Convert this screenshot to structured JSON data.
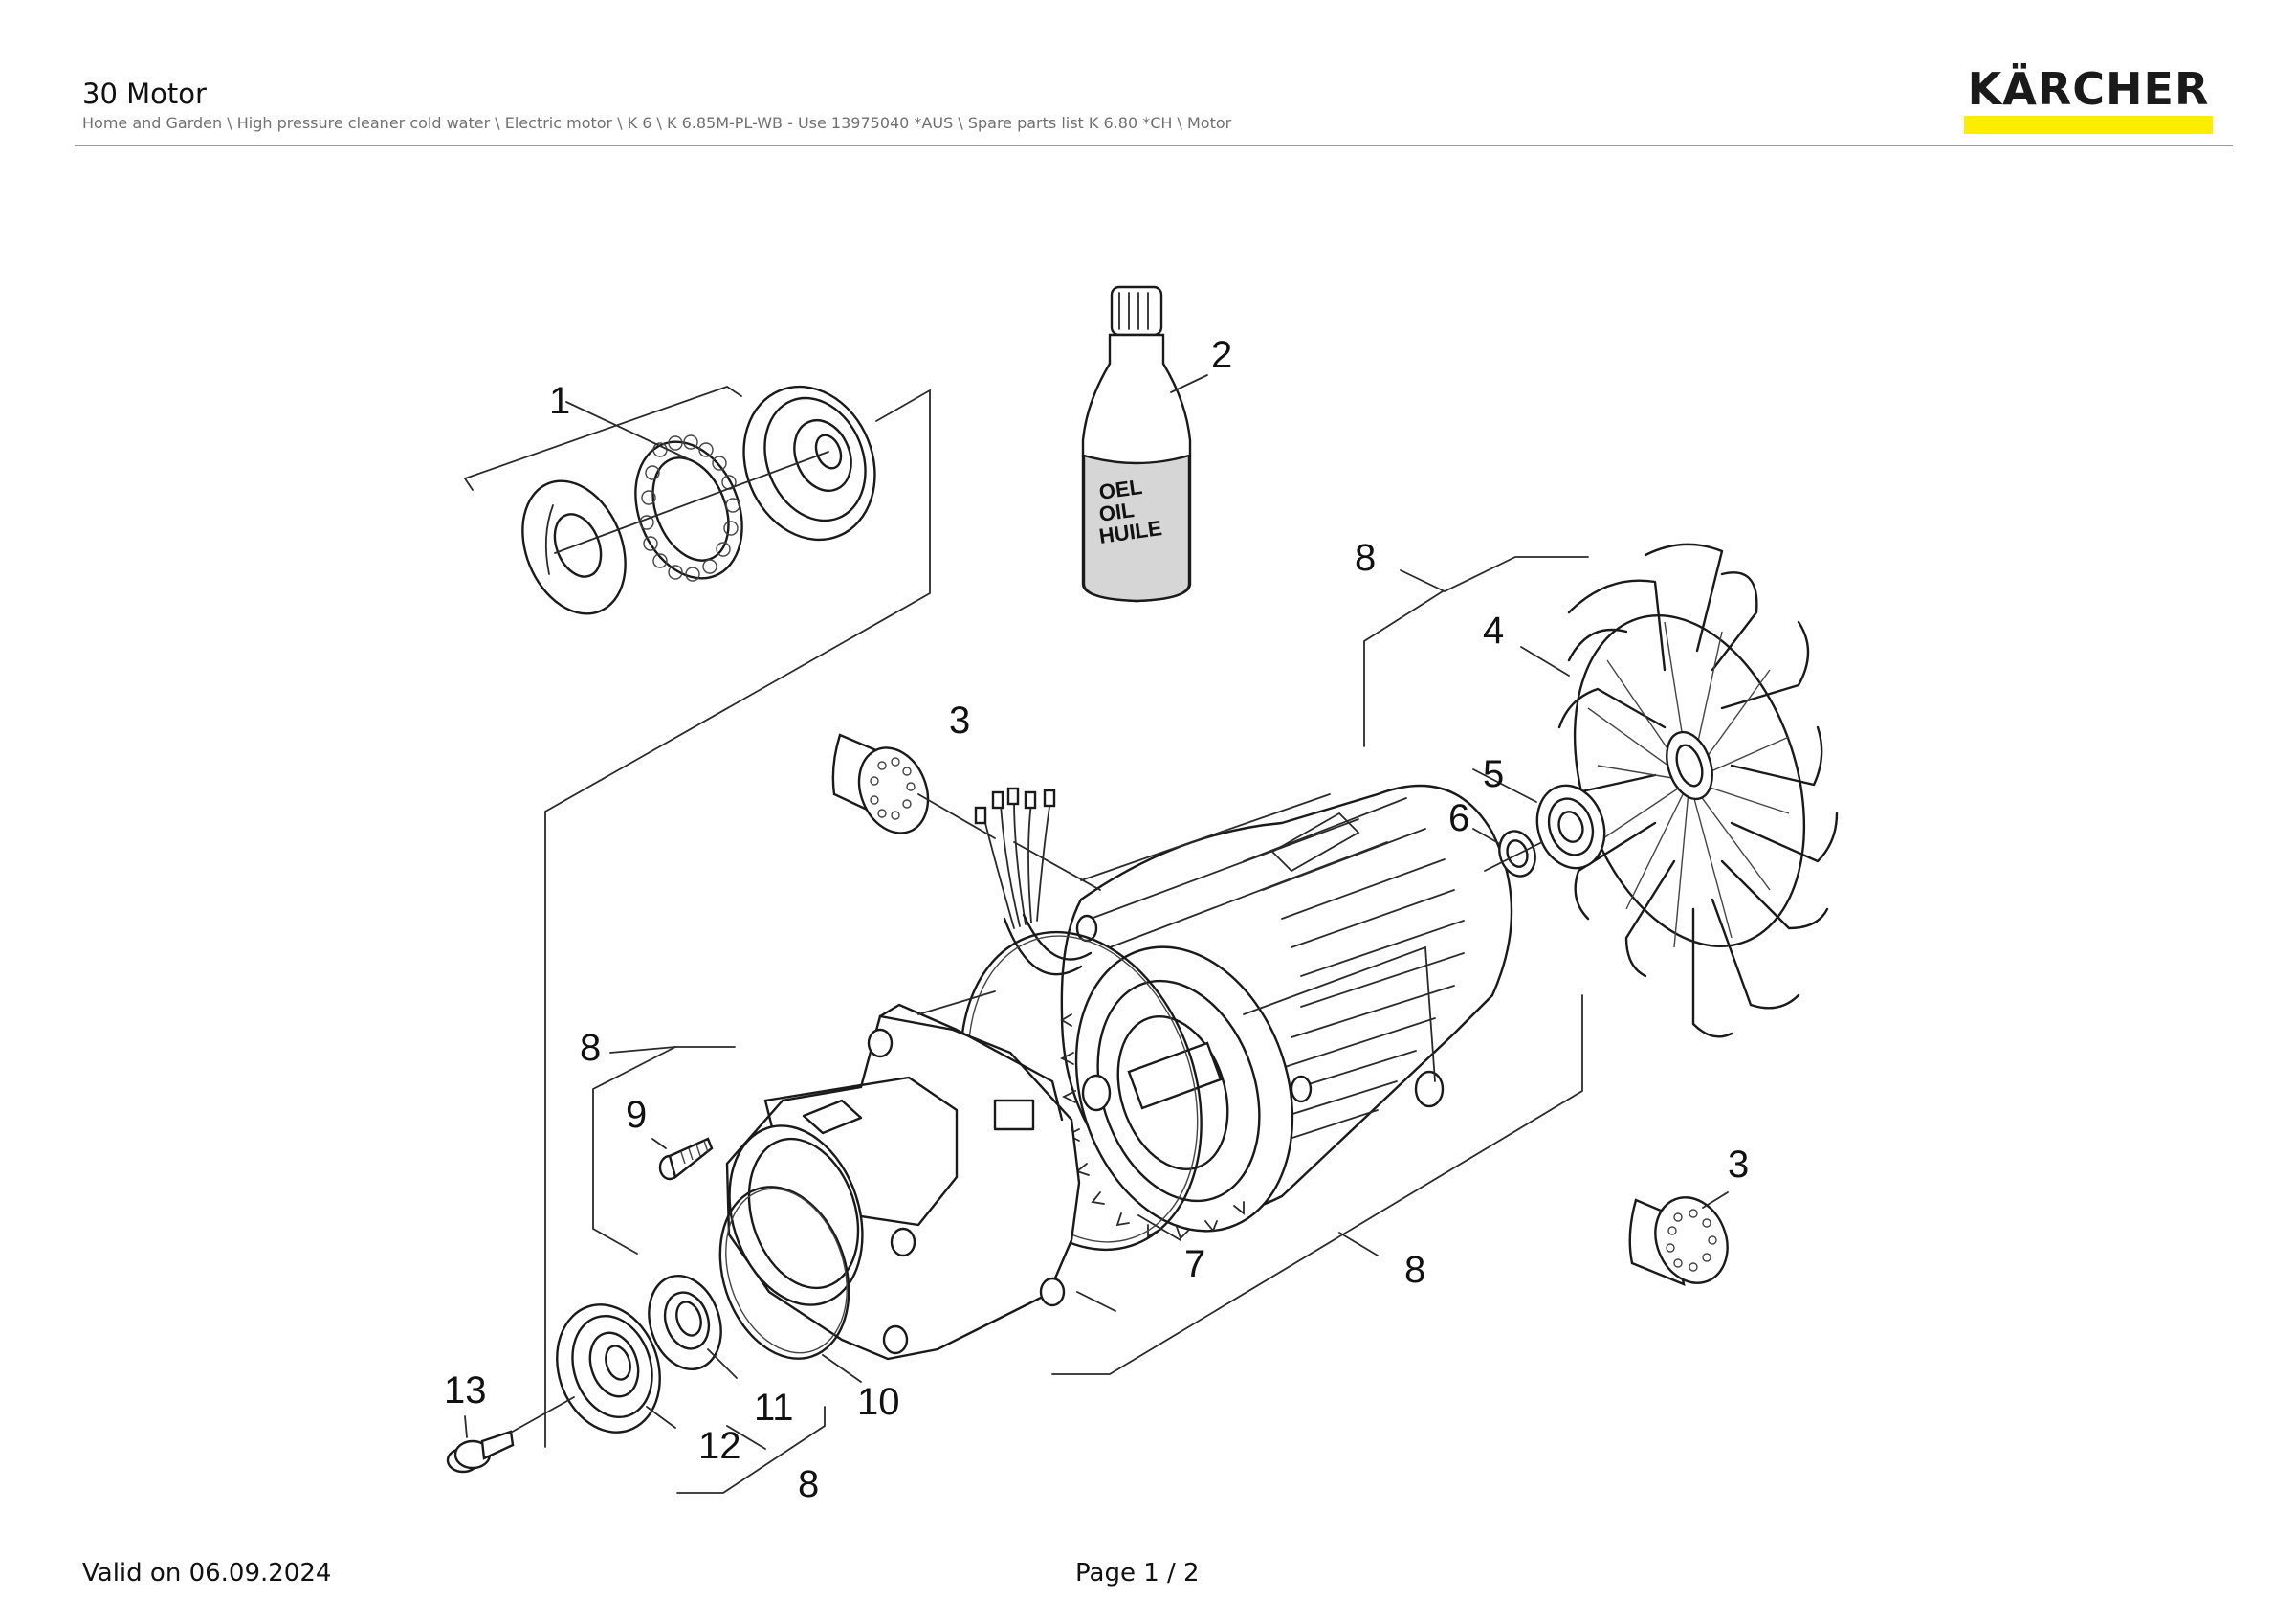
{
  "header": {
    "title": "30 Motor",
    "breadcrumb": "Home and Garden \\ High pressure cleaner cold water \\ Electric motor \\ K 6 \\ K 6.85M-PL-WB - Use 13975040 *AUS \\ Spare parts list K 6.80 *CH \\ Motor"
  },
  "brand": {
    "name": "KÄRCHER",
    "accent_color": "#FFED00"
  },
  "diagram": {
    "callouts": {
      "c1": "1",
      "c2": "2",
      "c3a": "3",
      "c3b": "3",
      "c4": "4",
      "c5": "5",
      "c6": "6",
      "c7": "7",
      "c8a": "8",
      "c8b": "8",
      "c8c": "8",
      "c8d": "8",
      "c9": "9",
      "c10": "10",
      "c11": "11",
      "c12": "12",
      "c13": "13"
    },
    "bottle_label": {
      "line1": "OEL",
      "line2": "OIL",
      "line3": "HUILE"
    }
  },
  "footer": {
    "valid": "Valid on 06.09.2024",
    "page": "Page 1 / 2"
  }
}
